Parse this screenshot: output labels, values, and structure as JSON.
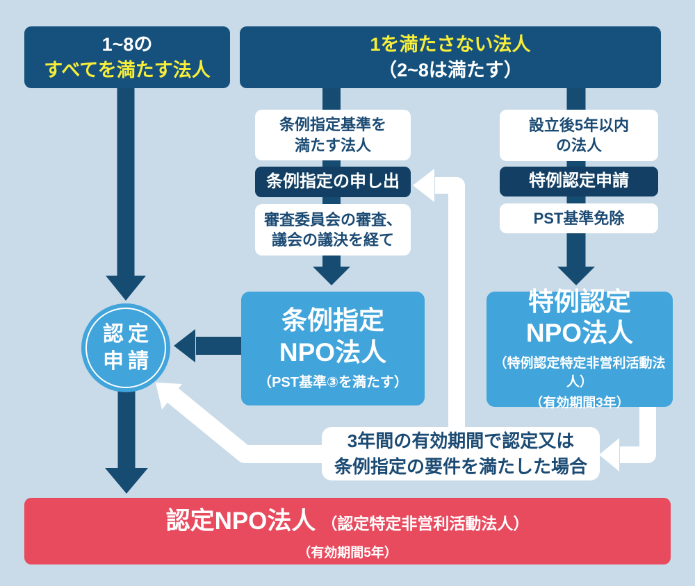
{
  "colors": {
    "background": "#c9dbe8",
    "navy_arrow": "#164b72",
    "navy_top_box": "#15517c",
    "navy_pill": "#123f63",
    "sky_blue": "#41a4da",
    "red": "#e84a5e",
    "yellow_text": "#f7ee3a",
    "navy_text": "#1b4a73",
    "white": "#ffffff"
  },
  "nodes": {
    "all_criteria": {
      "line1": "1~8の",
      "line2": "すべてを満たす法人"
    },
    "not_satisfy_1": {
      "line1": "1を満たさない法人",
      "line2": "（2~8は満たす）"
    },
    "ordinance_standard": {
      "line1": "条例指定基準を",
      "line2": "満たす法人"
    },
    "ordinance_offer": {
      "label": "条例指定の申し出"
    },
    "council_review": {
      "line1": "審査委員会の審査、",
      "line2": "議会の議決を経て"
    },
    "within_5_years": {
      "line1": "設立後5年以内",
      "line2": "の法人"
    },
    "special_certification_apply": {
      "label": "特例認定申請"
    },
    "pst_exemption": {
      "label": "PST基準免除"
    },
    "ordinance_npo": {
      "line1": "条例指定",
      "line2": "NPO法人",
      "note": "（PST基準③を満たす）"
    },
    "special_npo": {
      "line1": "特例認定",
      "line2": "NPO法人",
      "note1": "（特例認定特定非営利活動法人）",
      "note2": "（有効期間3年）"
    },
    "certification_apply": {
      "line1": "認定",
      "line2": "申請"
    },
    "condition": {
      "line1": "3年間の有効期間で認定又は",
      "line2": "条例指定の要件を満たした場合"
    },
    "certified_npo": {
      "title": "認定NPO法人",
      "subtitle": "（認定特定非営利活動法人）",
      "note": "（有効期間5年）"
    }
  }
}
